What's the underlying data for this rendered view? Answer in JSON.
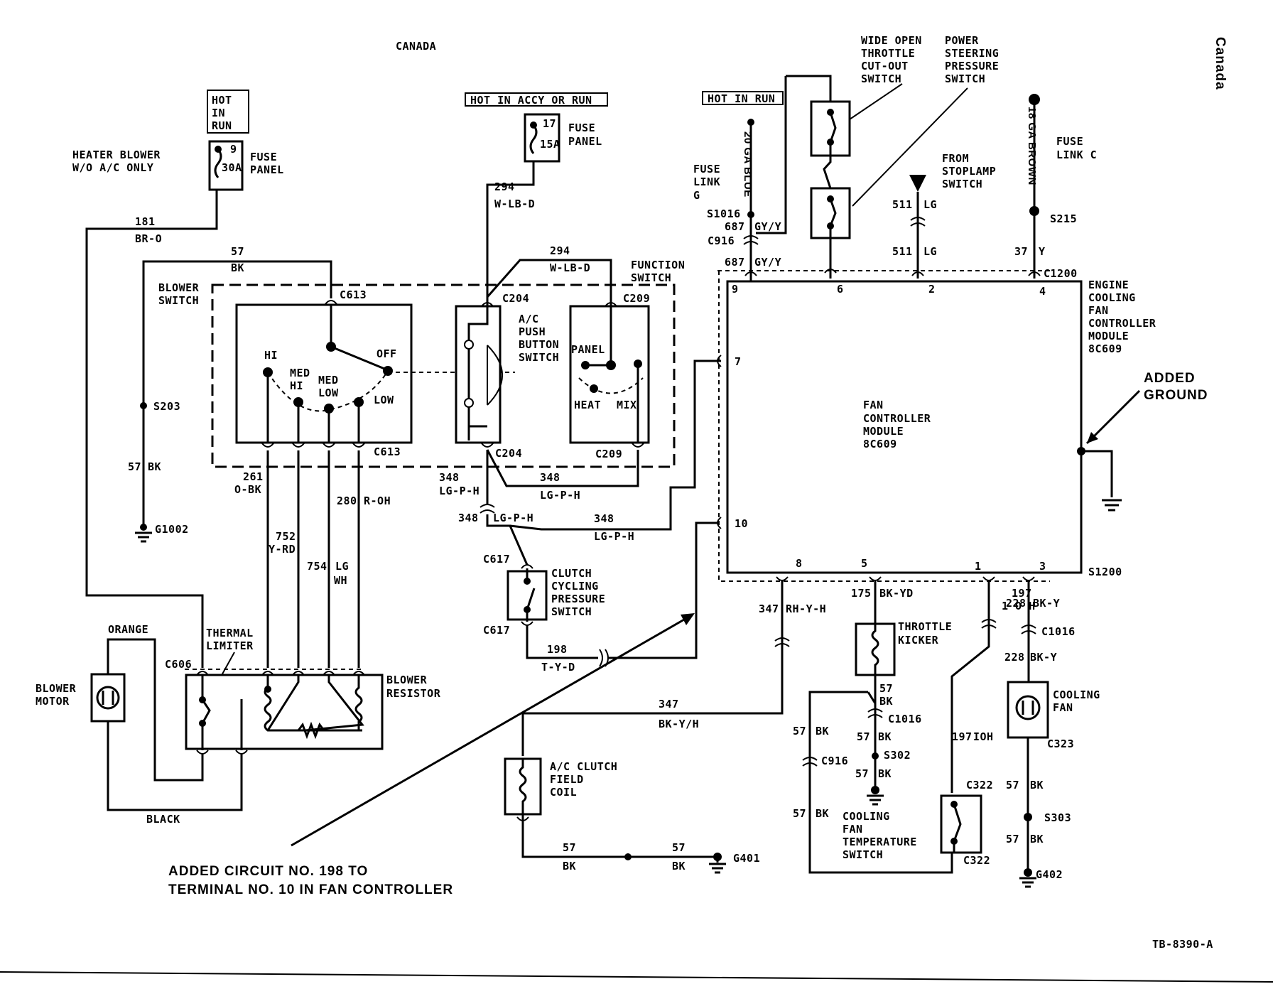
{
  "page": {
    "top_label": "CANADA",
    "side_label": "Canada",
    "drawing_no": "TB-8390-A"
  },
  "power": {
    "hot_in_run_left": [
      "HOT",
      "IN",
      "RUN"
    ],
    "heater_blower_note": [
      "HEATER BLOWER",
      "W/O A/C ONLY"
    ],
    "fuse_9": "9",
    "fuse_30a": "30A",
    "fuse_panel_a": [
      "FUSE",
      "PANEL"
    ],
    "hot_in_accy_or_run": "HOT IN ACCY OR RUN",
    "fuse_17": "17",
    "fuse_15a": "15A",
    "fuse_panel_b": [
      "FUSE",
      "PANEL"
    ],
    "hot_in_run_right": "HOT IN RUN",
    "fuse_link_g": [
      "FUSE",
      "LINK",
      "G"
    ],
    "ga20_blue": "20 GA BLUE",
    "ga18_brown": "18 GA BROWN",
    "fuse_link_c": [
      "FUSE",
      "LINK C"
    ],
    "from_stoplamp": [
      "FROM",
      "STOPLAMP",
      "SWITCH"
    ]
  },
  "components": {
    "wot_switch": [
      "WIDE OPEN",
      "THROTTLE",
      "CUT-OUT",
      "SWITCH"
    ],
    "ps_switch": [
      "POWER",
      "STEERING",
      "PRESSURE",
      "SWITCH"
    ],
    "blower_switch": [
      "BLOWER",
      "SWITCH"
    ],
    "blower_positions": {
      "hi": "HI",
      "med_hi": [
        "MED",
        "HI"
      ],
      "med_low": [
        "MED",
        "LOW"
      ],
      "off": "OFF",
      "low": "LOW"
    },
    "ac_push_button": [
      "A/C",
      "PUSH",
      "BUTTON",
      "SWITCH"
    ],
    "function_switch": [
      "FUNCTION",
      "SWITCH"
    ],
    "function_positions": {
      "panel": "PANEL",
      "heat": "HEAT",
      "mix": "MIX"
    },
    "ecfcm": [
      "ENGINE",
      "COOLING",
      "FAN",
      "CONTROLLER",
      "MODULE",
      "8C609"
    ],
    "fcm": [
      "FAN",
      "CONTROLLER",
      "MODULE",
      "8C609"
    ],
    "added_ground": [
      "ADDED",
      "GROUND"
    ],
    "clutch_cycling": [
      "CLUTCH",
      "CYCLING",
      "PRESSURE",
      "SWITCH"
    ],
    "blower_motor": [
      "BLOWER",
      "MOTOR"
    ],
    "thermal_limiter": [
      "THERMAL",
      "LIMITER"
    ],
    "blower_resistor": [
      "BLOWER",
      "RESISTOR"
    ],
    "throttle_kicker": [
      "THROTTLE",
      "KICKER"
    ],
    "cooling_fan": [
      "COOLING",
      "FAN"
    ],
    "ac_clutch": [
      "A/C CLUTCH",
      "FIELD",
      "COIL"
    ],
    "cooling_fan_temp": [
      "COOLING",
      "FAN",
      "TEMPERATURE",
      "SWITCH"
    ],
    "added_circuit": [
      "ADDED CIRCUIT NO. 198 TO",
      "TERMINAL NO. 10 IN FAN CONTROLLER"
    ]
  },
  "terminals": {
    "t9": "9",
    "t6": "6",
    "t2": "2",
    "t4": "4",
    "t7": "7",
    "t10": "10",
    "t8": "8",
    "t5": "5",
    "t1": "1",
    "t3": "3"
  },
  "connectors": {
    "c613a": "C613",
    "c613b": "C613",
    "c204a": "C204",
    "c204b": "C204",
    "c209a": "C209",
    "c209b": "C209",
    "c1200": "C1200",
    "s1200": "S1200",
    "c916a": "C916",
    "c916b": "C916",
    "s1016": "S1016",
    "s215": "S215",
    "s203": "S203",
    "g1002": "G1002",
    "c617a": "C617",
    "c617b": "C617",
    "c606": "C606",
    "c1016a": "C1016",
    "c1016b": "C1016",
    "s302": "S302",
    "c322a": "C322",
    "c322b": "C322",
    "c323": "C323",
    "s303": "S303",
    "g401": "G401",
    "g402": "G402"
  },
  "wires": {
    "w181": "181",
    "brO": "BR-O",
    "w57a": "57",
    "bkA": "BK",
    "w57s": "57",
    "bkS": "BK",
    "w294a": "294",
    "wlbdA": "W-LB-D",
    "w294b": "294",
    "wlbdB": "W-LB-D",
    "w687a": "687",
    "gyyA": "GY/Y",
    "w687b": "687",
    "gyyB": "GY/Y",
    "w511a": "511",
    "lgA": "LG",
    "w511b": "511",
    "lgB": "LG",
    "w37": "37",
    "yy": "Y",
    "w261": "261",
    "obk": "O-BK",
    "w280": "280",
    "roh": "R-OH",
    "w752": "752",
    "yrd": "Y-RD",
    "w754": "754",
    "lg": "LG",
    "wh": "WH",
    "w348a": "348",
    "lgphA": "LG-P-H",
    "w348b": "348",
    "lgphB": "LG-P-H",
    "w348c": "348",
    "lgphC": "LG-P-H",
    "w348d": "348",
    "lgphD": "LG-P-H",
    "orange": "ORANGE",
    "black": "BLACK",
    "w198": "198",
    "tyd": "T-Y-D",
    "w347a": "347",
    "rhyh": "RH-Y-H",
    "w347b": "347",
    "bkyh": "BK-Y/H",
    "w175": "175",
    "bkyd": "BK-YD",
    "w197a": "197",
    "ioh": "1 O H",
    "w228a": "228",
    "bkyA": "BK-Y",
    "w228b": "228",
    "bkyB": "BK-Y",
    "w57k": "57",
    "bkK": "BK",
    "w57m": "57",
    "bkM": "BK",
    "w57n": "57",
    "bkN": "BK",
    "w57p": "57",
    "bkP": "BK",
    "w57q": "57",
    "bkQ": "BK",
    "w197b": "197",
    "iohB": "IOH",
    "w57r": "57",
    "bkR": "BK",
    "w57t": "57",
    "bkT": "BK",
    "w57u": "57",
    "bkU": "BK",
    "w57v": "57",
    "bkV": "BK"
  }
}
